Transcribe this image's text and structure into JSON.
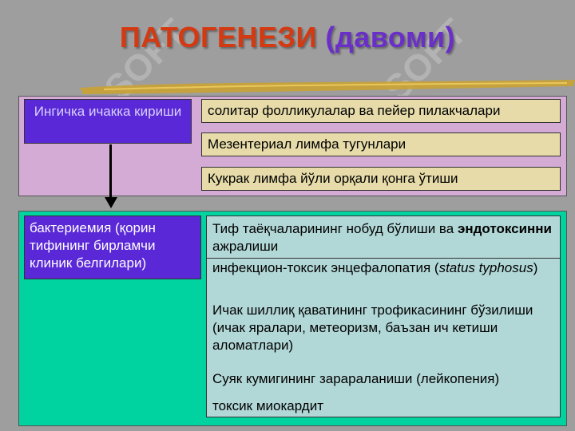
{
  "title": {
    "main": "ПАТОГЕНЕЗИ",
    "sub": "(давоми)"
  },
  "watermark": {
    "text": "SOFT"
  },
  "top_section": {
    "left_label": "Ингичка ичакка кириши",
    "items": [
      "солитар фолликулалар ва пейер пилакчалари",
      "Мезентериал лимфа тугунлари",
      "Кукрак лимфа йўли орқали қонга ўтиши"
    ]
  },
  "bottom_section": {
    "left_label": "бактериемия (қорин тифининг бирламчи клиник белгилари)",
    "item1_prefix": "Тиф таёқчаларининг нобуд бўлиши ва ",
    "item1_bold": "эндотоксинни",
    "item1_suffix": " ажралиши",
    "item2_prefix": "инфекцион-токсик энцефалопатия (",
    "item2_italic": "status typhosus",
    "item2_suffix": ")",
    "item3": "Ичак шиллиқ қаватининг трофикасининг бўзилиши (ичак яралари, метеоризм, баъзан ич кетиши аломатлари)",
    "item4": "Суяк кумигининг зарараланиши (лейкопения)",
    "item5": "токсик миокардит"
  },
  "colors": {
    "background": "#9e9e9e",
    "title_red": "#d43a12",
    "title_purple": "#6a2fc9",
    "panel_top": "#d3abd5",
    "panel_bottom": "#00d2a0",
    "label_box": "#5a28d6",
    "item_box_top": "#e6dba9",
    "item_box_bottom": "#b2d7d7"
  }
}
